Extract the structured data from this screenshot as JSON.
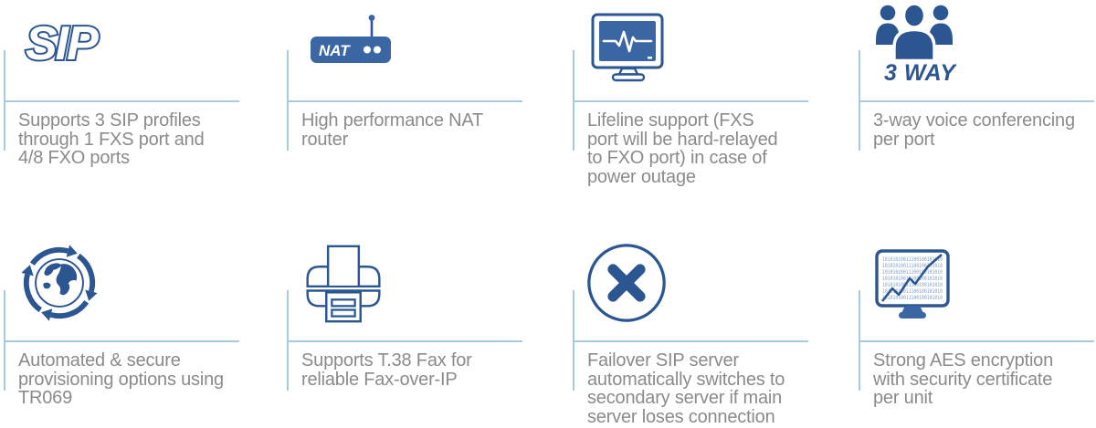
{
  "colors": {
    "dark": "#2b5692",
    "mid": "#3a67a4",
    "div": "#a9cbdd",
    "text": "#8b8b8d",
    "bin": "#7e9fc9"
  },
  "features": [
    {
      "name": "sip-profiles",
      "icon": "sip-logo",
      "logo_text": "SIP",
      "text": "Supports 3 SIP profiles\nthrough 1 FXS port and\n4/8 FXO ports"
    },
    {
      "name": "nat-router",
      "icon": "nat-router",
      "logo_text": "NAT",
      "text": "High performance NAT\nrouter"
    },
    {
      "name": "lifeline-support",
      "icon": "pulse-monitor",
      "text": "Lifeline support (FXS\nport will be hard-relayed\nto FXO port) in case of\npower outage"
    },
    {
      "name": "three-way-conferencing",
      "icon": "people-group",
      "logo_text": "3 WAY",
      "text": "3-way voice conferencing\nper port"
    },
    {
      "name": "auto-provisioning",
      "icon": "globe-sync",
      "text": "Automated & secure\nprovisioning options using\nTR069"
    },
    {
      "name": "t38-fax",
      "icon": "fax-printer",
      "text": "Supports T.38 Fax for\nreliable Fax-over-IP"
    },
    {
      "name": "failover-sip",
      "icon": "failover-x",
      "text": "Failover SIP server\nautomatically switches to\nsecondary server if main\nserver loses connection"
    },
    {
      "name": "aes-encryption",
      "icon": "binary-monitor",
      "binary": "10101010011100100101010",
      "text": "Strong AES encryption\nwith security certificate\nper unit"
    }
  ]
}
